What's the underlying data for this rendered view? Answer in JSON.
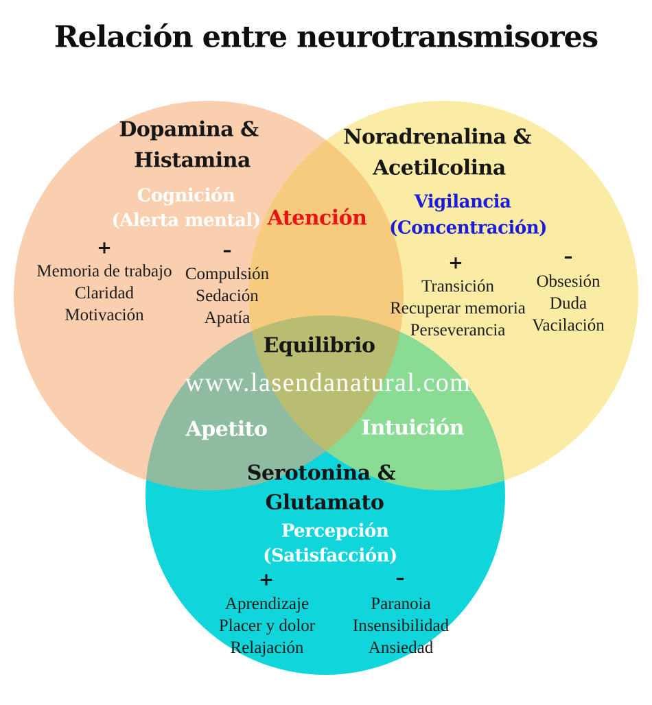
{
  "title": "Relación entre neurotransmisores",
  "watermark": "www.lasendanatural.com",
  "signs": {
    "plus": "+",
    "minus": "–"
  },
  "colors": {
    "dopamina_circle": "#F9CFAF",
    "noradrenalina_circle": "#FBECA5",
    "serotonina_circle": "#10D5DA",
    "overlap_attention": "#F6CB7E",
    "overlap_appetite": "#8FBCA0",
    "overlap_intuition": "#8ADB94",
    "overlap_balance": "#B9BD71",
    "attention_text": "#E81313",
    "vigilancia_text": "#1C1CDB",
    "white_text": "#FFFFFF",
    "black_text": "#161616"
  },
  "sets": {
    "dopamina": {
      "name_line1": "Dopamina &",
      "name_line2": "Histamina",
      "function_line1": "Cognición",
      "function_line2": "(Alerta mental)",
      "positives": [
        "Memoria de trabajo",
        "Claridad",
        "Motivación"
      ],
      "negatives": [
        "Compulsión",
        "Sedación",
        "Apatía"
      ]
    },
    "noradrenalina": {
      "name_line1": "Noradrenalina &",
      "name_line2": "Acetilcolina",
      "function_line1": "Vigilancia",
      "function_line2": "(Concentración)",
      "positives": [
        "Transición",
        "Recuperar memoria",
        "Perseverancia"
      ],
      "negatives": [
        "Obsesión",
        "Duda",
        "Vacilación"
      ]
    },
    "serotonina": {
      "name_line1": "Serotonina &",
      "name_line2": "Glutamato",
      "function_line1": "Percepción",
      "function_line2": "(Satisfacción)",
      "positives": [
        "Aprendizaje",
        "Placer y dolor",
        "Relajación"
      ],
      "negatives": [
        "Paranoia",
        "Insensibilidad",
        "Ansiedad"
      ]
    }
  },
  "overlaps": {
    "attention": "Atención",
    "balance": "Equilibrio",
    "appetite": "Apetito",
    "intuition": "Intuición"
  }
}
